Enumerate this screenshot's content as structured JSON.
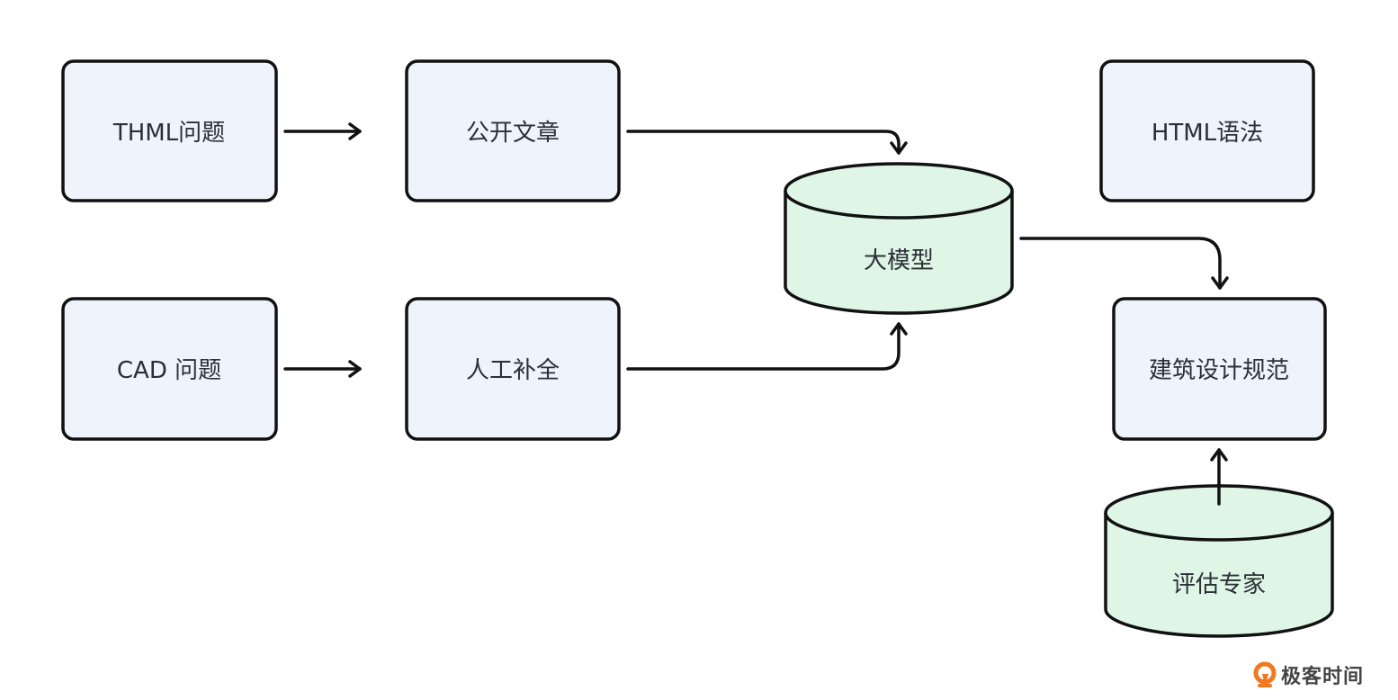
{
  "colors": {
    "box_fill": "#eef3fc",
    "cylinder_fill": "#dff5e6",
    "stroke": "#111111",
    "text": "#2b2f36",
    "logo_accent": "#f0781e"
  },
  "nodes": {
    "thml_question": {
      "label": "THML问题",
      "shape": "box"
    },
    "public_articles": {
      "label": "公开文章",
      "shape": "box"
    },
    "cad_question": {
      "label": "CAD 问题",
      "shape": "box"
    },
    "manual_completion": {
      "label": "人工补全",
      "shape": "box"
    },
    "llm": {
      "label": "大模型",
      "shape": "cylinder"
    },
    "html_syntax": {
      "label": "HTML语法",
      "shape": "box"
    },
    "building_code": {
      "label": "建筑设计规范",
      "shape": "box"
    },
    "eval_expert": {
      "label": "评估专家",
      "shape": "cylinder"
    }
  },
  "edges": [
    {
      "from": "THML问题",
      "to": "公开文章"
    },
    {
      "from": "CAD 问题",
      "to": "人工补全"
    },
    {
      "from": "公开文章",
      "to": "大模型"
    },
    {
      "from": "人工补全",
      "to": "大模型"
    },
    {
      "from": "大模型",
      "to": "建筑设计规范"
    },
    {
      "from": "评估专家",
      "to": "建筑设计规范"
    }
  ],
  "logo": {
    "text": "极客时间",
    "icon": "geektime-logo-icon"
  }
}
